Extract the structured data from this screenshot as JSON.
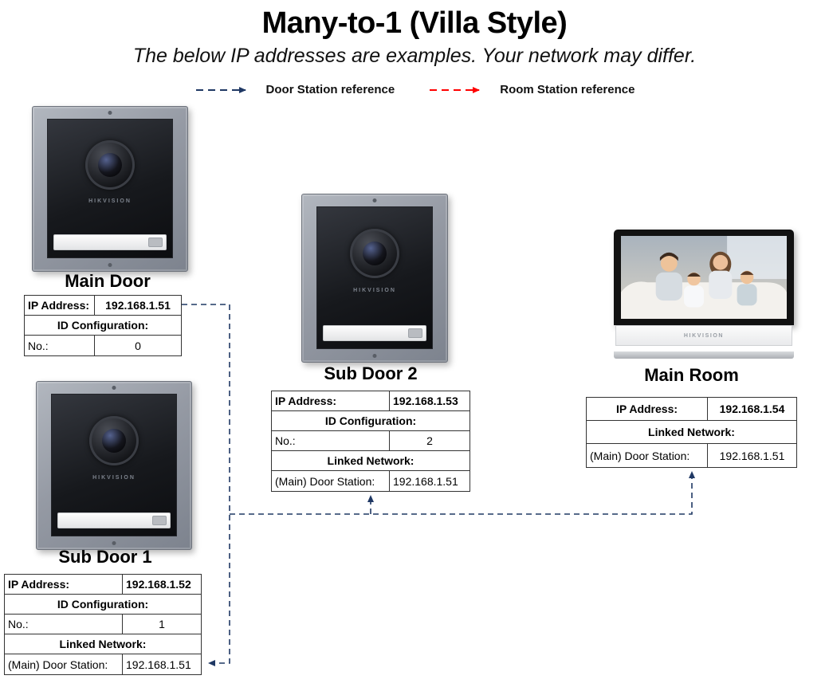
{
  "title": "Many-to-1 (Villa Style)",
  "subtitle": "The below IP addresses are examples. Your network may differ.",
  "legend": {
    "door_label": "Door Station reference",
    "room_label": "Room Station reference",
    "door_color": "#1f3864",
    "room_color": "#ff0000"
  },
  "brand": "HIKVISION",
  "devices": {
    "main_door": {
      "name": "Main Door",
      "rows": [
        {
          "label": "IP Address:",
          "value": "192.168.1.51"
        },
        {
          "label": "ID Configuration:"
        },
        {
          "label": "No.:",
          "value": "0"
        }
      ]
    },
    "sub_door_1": {
      "name": "Sub Door 1",
      "rows": [
        {
          "label": "IP Address:",
          "value": "192.168.1.52"
        },
        {
          "label": "ID Configuration:"
        },
        {
          "label": "No.:",
          "value": "1"
        },
        {
          "label": "Linked Network:"
        },
        {
          "label": "(Main) Door Station:",
          "value": "192.168.1.51"
        }
      ]
    },
    "sub_door_2": {
      "name": "Sub Door 2",
      "rows": [
        {
          "label": "IP Address:",
          "value": "192.168.1.53"
        },
        {
          "label": "ID Configuration:"
        },
        {
          "label": "No.:",
          "value": "2"
        },
        {
          "label": "Linked Network:"
        },
        {
          "label": "(Main) Door Station:",
          "value": "192.168.1.51"
        }
      ]
    },
    "main_room": {
      "name": "Main Room",
      "rows": [
        {
          "label": "IP Address:",
          "value": "192.168.1.54"
        },
        {
          "label": "Linked Network:"
        },
        {
          "label": "(Main) Door Station:",
          "value": "192.168.1.51"
        }
      ]
    }
  }
}
